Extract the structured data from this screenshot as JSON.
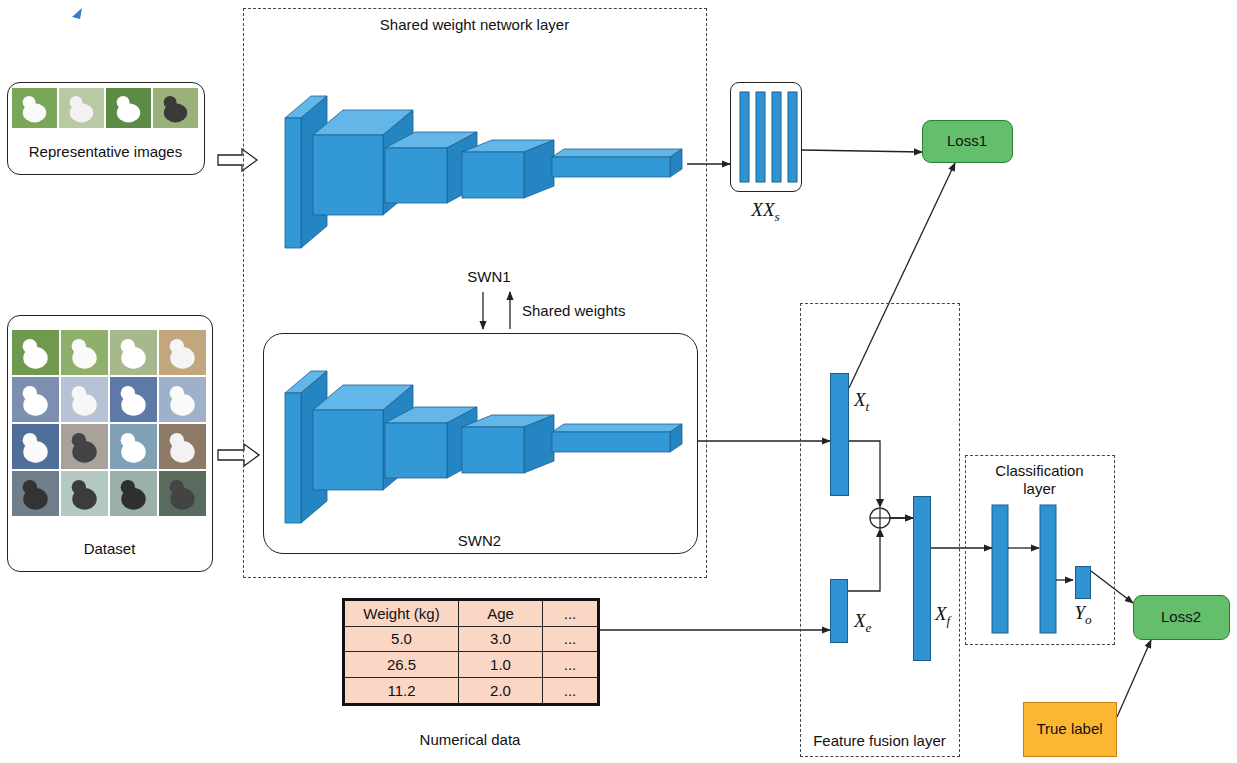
{
  "diagram": {
    "nodes": [
      {
        "text": [
          "Representative images"
        ]
      },
      {
        "text": [
          "Dataset"
        ]
      },
      {
        "text": [
          "Shared weight network layer"
        ]
      },
      {
        "text": [
          "SWN1"
        ],
        "in": 2
      },
      {
        "text": [
          "SWN2"
        ],
        "in": 2
      },
      {
        "text": [
          "XXs"
        ]
      },
      {
        "text": [
          "Loss1"
        ]
      },
      {
        "text": [
          "Feature fusion layer"
        ]
      },
      {
        "text": [
          "Xt"
        ],
        "in": 7
      },
      {
        "text": [
          "Xe"
        ],
        "in": 7
      },
      {
        "text": [
          "Xf"
        ],
        "in": 7
      },
      {
        "text": [
          "Classification layer"
        ]
      },
      {
        "text": [
          "Yo"
        ],
        "in": 11
      },
      {
        "text": [
          "Loss2"
        ]
      },
      {
        "text": [
          "True label"
        ]
      },
      {
        "text": [
          "Numerical data"
        ]
      }
    ],
    "edges": [
      {
        "from": 0,
        "to": 3,
        "arrow": "to"
      },
      {
        "from": 1,
        "to": 4,
        "arrow": "to"
      },
      {
        "from": 3,
        "to": 5,
        "arrow": "to"
      },
      {
        "from": 3,
        "to": 4,
        "arrow": "to"
      },
      {
        "from": 4,
        "to": 3,
        "arrow": "to"
      },
      {
        "from": 5,
        "to": 6,
        "arrow": "to"
      },
      {
        "from": 4,
        "to": 8,
        "arrow": "to"
      },
      {
        "from": 8,
        "to": 6,
        "arrow": "to"
      },
      {
        "from": 8,
        "to": 10,
        "arrow": "to"
      },
      {
        "from": 9,
        "to": 10,
        "arrow": "to"
      },
      {
        "from": 15,
        "to": 9,
        "arrow": "to"
      },
      {
        "from": 10,
        "to": 11,
        "arrow": "to"
      },
      {
        "from": 12,
        "to": 13,
        "arrow": "to"
      },
      {
        "from": 14,
        "to": 13,
        "arrow": "to"
      }
    ],
    "labels": [
      "Shared weights",
      "Weight (kg)",
      "Age",
      "...",
      "5.0",
      "3.0",
      "...",
      "26.5",
      "1.0",
      "...",
      "11.2",
      "2.0",
      "..."
    ]
  }
}
